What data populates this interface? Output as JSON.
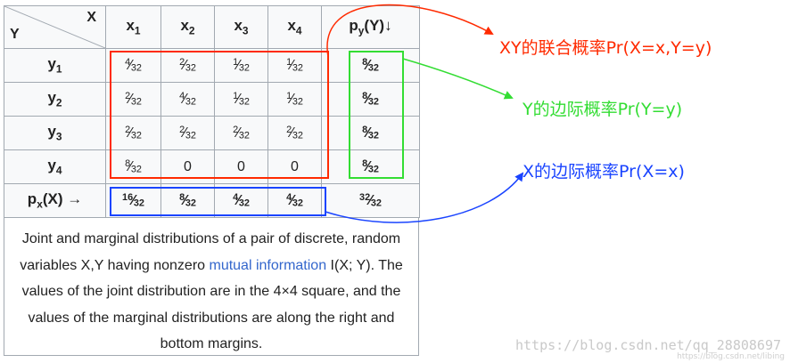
{
  "table": {
    "corner": {
      "x_label": "X",
      "y_label": "Y"
    },
    "col_headers": [
      {
        "base": "x",
        "sub": "1"
      },
      {
        "base": "x",
        "sub": "2"
      },
      {
        "base": "x",
        "sub": "3"
      },
      {
        "base": "x",
        "sub": "4"
      }
    ],
    "row_headers": [
      {
        "base": "y",
        "sub": "1"
      },
      {
        "base": "y",
        "sub": "2"
      },
      {
        "base": "y",
        "sub": "3"
      },
      {
        "base": "y",
        "sub": "4"
      }
    ],
    "py_header": {
      "base": "p",
      "sub": "y",
      "rest": "(Y)↓"
    },
    "px_header": {
      "base": "p",
      "sub": "x",
      "rest": "(X) →"
    },
    "cells": [
      [
        {
          "n": "4",
          "d": "32"
        },
        {
          "n": "2",
          "d": "32"
        },
        {
          "n": "1",
          "d": "32"
        },
        {
          "n": "1",
          "d": "32"
        }
      ],
      [
        {
          "n": "2",
          "d": "32"
        },
        {
          "n": "4",
          "d": "32"
        },
        {
          "n": "1",
          "d": "32"
        },
        {
          "n": "1",
          "d": "32"
        }
      ],
      [
        {
          "n": "2",
          "d": "32"
        },
        {
          "n": "2",
          "d": "32"
        },
        {
          "n": "2",
          "d": "32"
        },
        {
          "n": "2",
          "d": "32"
        }
      ],
      [
        {
          "n": "8",
          "d": "32"
        },
        {
          "n": "0",
          "d": ""
        },
        {
          "n": "0",
          "d": ""
        },
        {
          "n": "0",
          "d": ""
        }
      ]
    ],
    "py_values": [
      {
        "n": "8",
        "d": "32"
      },
      {
        "n": "8",
        "d": "32"
      },
      {
        "n": "8",
        "d": "32"
      },
      {
        "n": "8",
        "d": "32"
      }
    ],
    "px_values": [
      {
        "n": "16",
        "d": "32"
      },
      {
        "n": "8",
        "d": "32"
      },
      {
        "n": "4",
        "d": "32"
      },
      {
        "n": "4",
        "d": "32"
      }
    ],
    "total": {
      "n": "32",
      "d": "32"
    }
  },
  "caption": {
    "part1": "Joint and marginal distributions of a pair of discrete, random variables X,Y having nonzero ",
    "link": "mutual information",
    "part2": " I(X; Y). The values of the joint distribution are in the 4×4 square, and the values of the marginal distributions are along the right and bottom margins."
  },
  "annotations": {
    "joint": "XY的联合概率Pr(X=x,Y=y)",
    "marginal_y": "Y的边际概率Pr(Y=y)",
    "marginal_x": "X的边际概率Pr(X=x)"
  },
  "colors": {
    "joint": "#ff2a00",
    "marginal_y": "#33dd33",
    "marginal_x": "#1a44ff",
    "link": "#3366cc"
  },
  "watermark": {
    "main": "https://blog.csdn.net/qq_28808697",
    "small": "https://blog.csdn.net/libing"
  }
}
